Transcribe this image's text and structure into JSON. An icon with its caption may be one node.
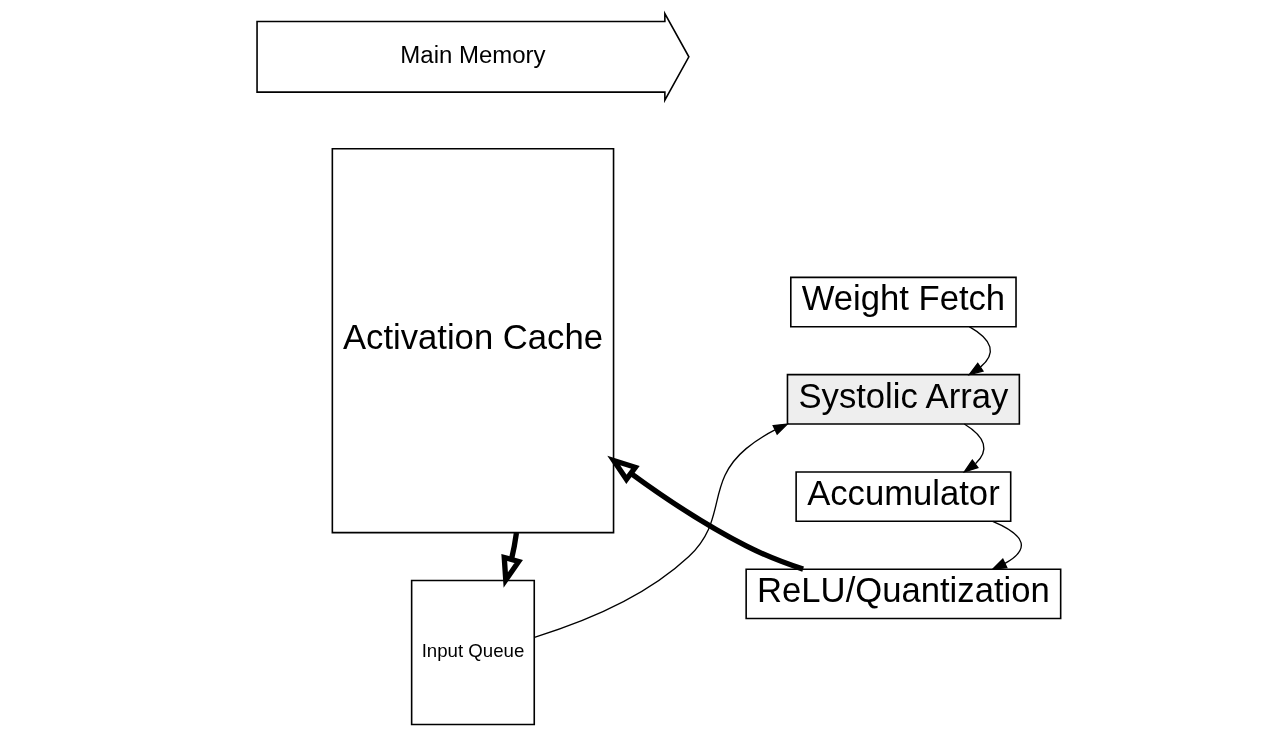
{
  "diagram": {
    "nodes": [
      {
        "text": [
          "Main Memory"
        ]
      },
      {
        "text": [
          "Weight Fetch"
        ]
      },
      {
        "text": [
          "Input Queue"
        ]
      },
      {
        "text": [
          "Systolic Array"
        ]
      },
      {
        "text": [
          "Activation Cache"
        ]
      },
      {
        "text": [
          "Accumulator"
        ]
      },
      {
        "text": [
          "ReLU/Quantization"
        ]
      }
    ],
    "edges": [
      {
        "from": 1,
        "to": 3,
        "arrow": "to"
      },
      {
        "from": 4,
        "to": 2,
        "arrow": "to",
        "style": "thick"
      },
      {
        "from": 2,
        "to": 3,
        "arrow": "to"
      },
      {
        "from": 3,
        "to": 5,
        "arrow": "to"
      },
      {
        "from": 5,
        "to": 6,
        "arrow": "to"
      },
      {
        "from": 6,
        "to": 4,
        "arrow": "to",
        "style": "thick"
      }
    ]
  }
}
